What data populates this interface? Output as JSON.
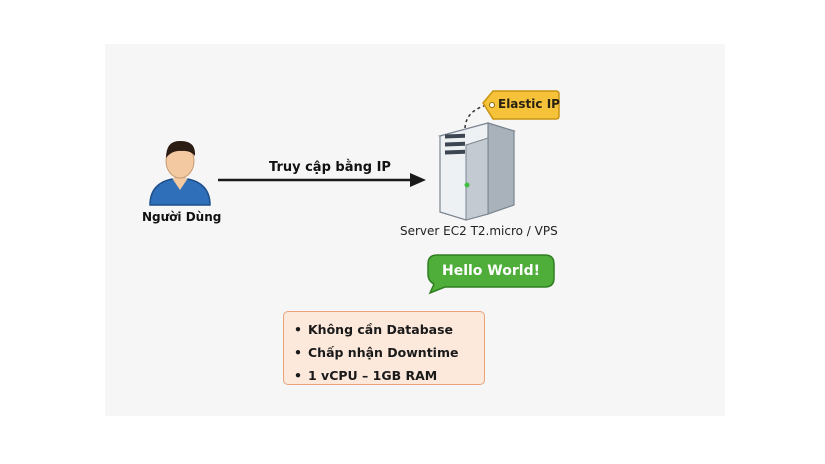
{
  "user": {
    "label": "Người Dùng",
    "icon": "user-icon"
  },
  "connection": {
    "label": "Truy cập bằng IP"
  },
  "server": {
    "label": "Server EC2 T2.micro / VPS",
    "icon": "server-tower-icon"
  },
  "elastic_ip": {
    "label": "Elastic IP",
    "icon": "tag-icon"
  },
  "bubble": {
    "label": "Hello World!"
  },
  "requirements": {
    "bullet": "•",
    "items": [
      "Không cần Database",
      "Chấp nhận Downtime",
      "1 vCPU – 1GB RAM"
    ]
  },
  "colors": {
    "user_shirt": "#2f6fba",
    "user_skin": "#f2c9a0",
    "tag": "#f5c23a",
    "bubble": "#4fae3a",
    "note_bg": "#fde9dc",
    "note_border": "#e8a27c"
  }
}
